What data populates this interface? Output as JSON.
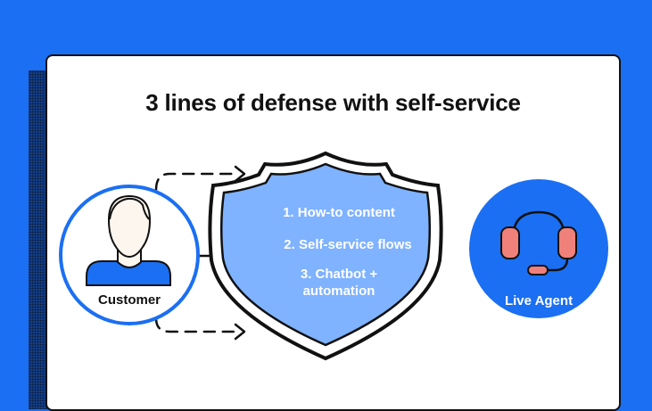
{
  "title": "3 lines of defense with self-service",
  "customer": {
    "label": "Customer"
  },
  "agent": {
    "label": "Live Agent"
  },
  "defense_lines": [
    "1. How-to content",
    "2. Self-service flows",
    "3. Chatbot +\nautomation"
  ],
  "colors": {
    "background": "#1b6ff2",
    "card": "#ffffff",
    "shield_fill": "#7fb2ff",
    "customer_shirt": "#1b6ff2",
    "headset": "#f0807a"
  },
  "icons": {
    "customer": "person-icon",
    "agent": "headset-icon",
    "shield": "shield-icon",
    "arrows": "dashed-arrow-icon"
  }
}
